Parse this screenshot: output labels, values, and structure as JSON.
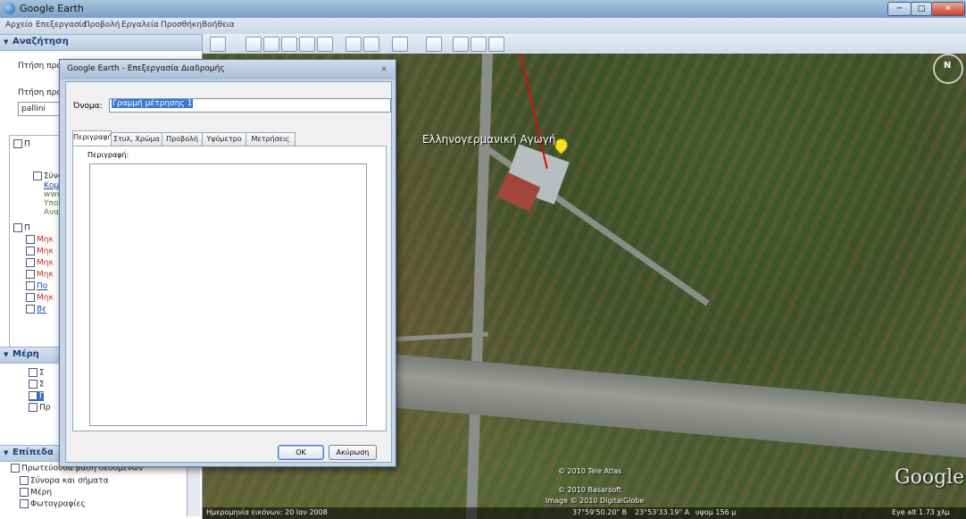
{
  "window": {
    "title": "Google Earth",
    "buttons": {
      "minimize": "─",
      "maximize": "□",
      "close": "✕"
    }
  },
  "menu": [
    "Αρχείο",
    "Επεξεργασία",
    "Προβολή",
    "Εργαλεία",
    "Προσθήκη",
    "Βοήθεια"
  ],
  "left_panel": {
    "search": {
      "header": "Αναζήτηση",
      "label1": "Πτήση προς",
      "label2": "Πτήση προς",
      "input_value": "pallini"
    },
    "places_tree": [
      {
        "text": "Π",
        "cls": ""
      },
      {
        "text": "Σύνολ",
        "cls": ""
      },
      {
        "text": "Κομ",
        "cls": "blue"
      },
      {
        "text": "www",
        "cls": ""
      },
      {
        "text": "Υπο",
        "cls": ""
      },
      {
        "text": "Ανα",
        "cls": ""
      },
      {
        "text": "Π",
        "cls": ""
      },
      {
        "text": "Μηκ",
        "cls": "red"
      },
      {
        "text": "Μηκ",
        "cls": "red"
      },
      {
        "text": "Μηκ",
        "cls": "red"
      },
      {
        "text": "Μηκ",
        "cls": "red"
      },
      {
        "text": "Πο",
        "cls": "blue"
      },
      {
        "text": "Μηκ",
        "cls": "red"
      },
      {
        "text": "Bε",
        "cls": "blue"
      }
    ],
    "places": {
      "header": "Μέρη",
      "items": [
        "Σ",
        "Σ",
        "Γ",
        "Πρ"
      ]
    },
    "layers": {
      "header": "Επίπεδα",
      "items": [
        "Πρωτεύουσα βάση δεδομένων",
        "Σύνορα και σήματα",
        "Μέρη",
        "Φωτογραφίες"
      ]
    }
  },
  "map": {
    "label": "Ελληνογερμανική Αγωγή",
    "credits": [
      "© 2010 Tele Atlas",
      "© 2010 Basarsoft",
      "Image © 2010 DigitalGlobe"
    ],
    "logo": "Google",
    "status": {
      "date": "Ημερομηνία εικόνων: 20 Ιαν 2008",
      "lat": "37°59'50.20\" Β",
      "lon": "23°53'33.19\" Α",
      "elev": "υψομ 156 μ",
      "eye": "Eye alt  1.73 χλμ"
    },
    "compass": "N"
  },
  "dialog": {
    "title": "Google Earth - Επεξεργασία Διαδρομής",
    "close": "✕",
    "name_label": "Όνομα:",
    "name_value": "Γραμμή μέτρησης 1",
    "tabs": [
      "Περιγραφή",
      "Στυλ, Χρώμα",
      "Προβολή",
      "Υψόμετρο",
      "Μετρήσεις"
    ],
    "active_tab": "Περιγραφή",
    "description_label": "Περιγραφή:",
    "description_value": "",
    "ok": "OK",
    "cancel": "Ακύρωση"
  }
}
